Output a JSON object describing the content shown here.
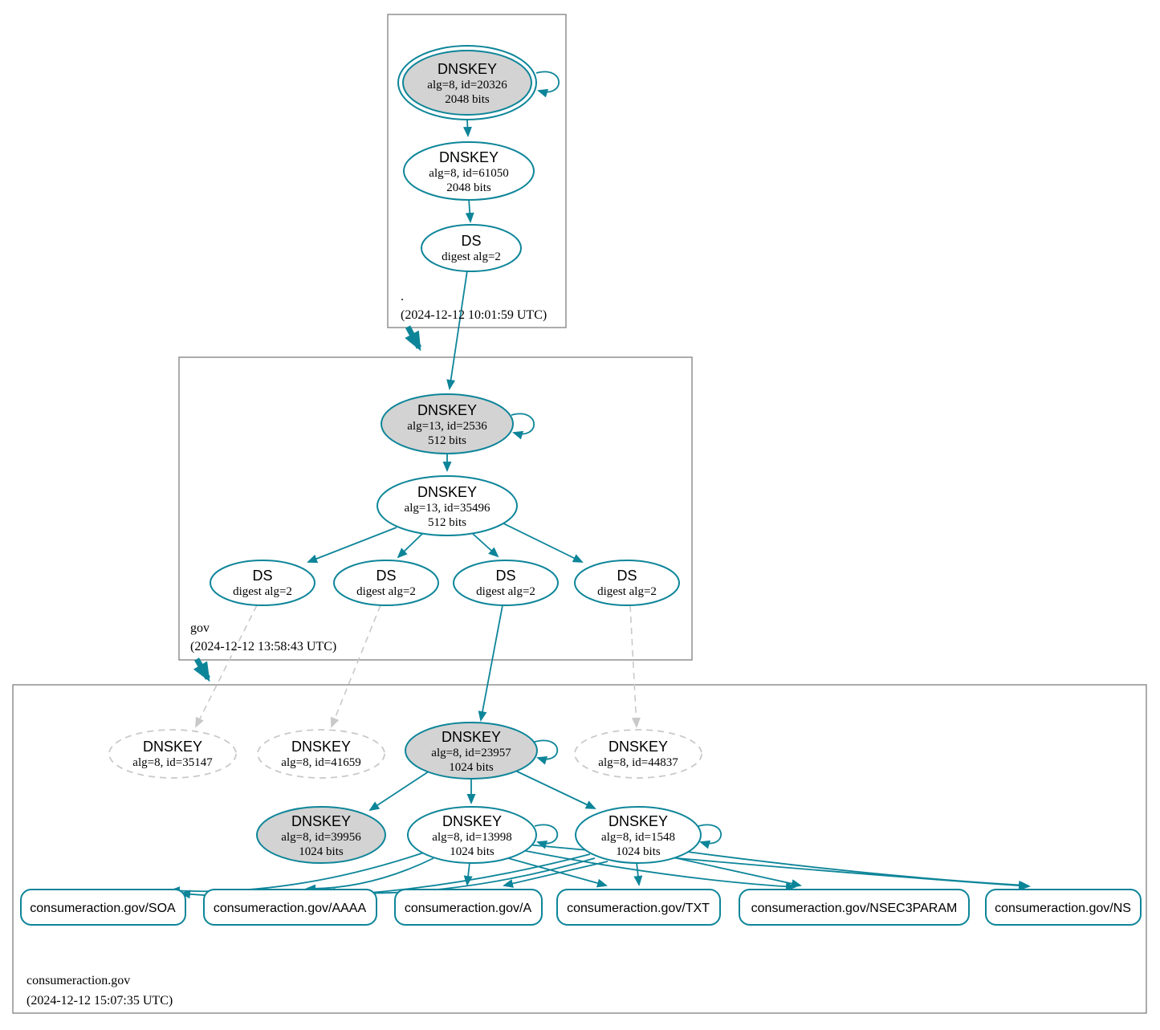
{
  "colors": {
    "teal": "#0d8599",
    "node_fill_gray": "#d3d3d3",
    "dashed_gray": "#c9c9c9",
    "box_border": "#7f7f7f"
  },
  "zones": {
    "root": {
      "name": ".",
      "timestamp": "(2024-12-12 10:01:59 UTC)",
      "ksk": {
        "title": "DNSKEY",
        "meta": "alg=8, id=20326",
        "bits": "2048 bits"
      },
      "zsk": {
        "title": "DNSKEY",
        "meta": "alg=8, id=61050",
        "bits": "2048 bits"
      },
      "ds": {
        "title": "DS",
        "meta": "digest alg=2"
      }
    },
    "gov": {
      "name": "gov",
      "timestamp": "(2024-12-12 13:58:43 UTC)",
      "ksk": {
        "title": "DNSKEY",
        "meta": "alg=13, id=2536",
        "bits": "512 bits"
      },
      "zsk": {
        "title": "DNSKEY",
        "meta": "alg=13, id=35496",
        "bits": "512 bits"
      },
      "ds_list": [
        {
          "title": "DS",
          "meta": "digest alg=2"
        },
        {
          "title": "DS",
          "meta": "digest alg=2"
        },
        {
          "title": "DS",
          "meta": "digest alg=2"
        },
        {
          "title": "DS",
          "meta": "digest alg=2"
        }
      ]
    },
    "consumeraction": {
      "name": "consumeraction.gov",
      "timestamp": "(2024-12-12 15:07:35 UTC)",
      "missing_keys": [
        {
          "title": "DNSKEY",
          "meta": "alg=8, id=35147"
        },
        {
          "title": "DNSKEY",
          "meta": "alg=8, id=41659"
        },
        {
          "title": "DNSKEY",
          "meta": "alg=8, id=44837"
        }
      ],
      "ksk": {
        "title": "DNSKEY",
        "meta": "alg=8, id=23957",
        "bits": "1024 bits"
      },
      "zsks": [
        {
          "title": "DNSKEY",
          "meta": "alg=8, id=39956",
          "bits": "1024 bits"
        },
        {
          "title": "DNSKEY",
          "meta": "alg=8, id=13998",
          "bits": "1024 bits"
        },
        {
          "title": "DNSKEY",
          "meta": "alg=8, id=1548",
          "bits": "1024 bits"
        }
      ],
      "rrsets": [
        "consumeraction.gov/SOA",
        "consumeraction.gov/AAAA",
        "consumeraction.gov/A",
        "consumeraction.gov/TXT",
        "consumeraction.gov/NSEC3PARAM",
        "consumeraction.gov/NS"
      ]
    }
  }
}
